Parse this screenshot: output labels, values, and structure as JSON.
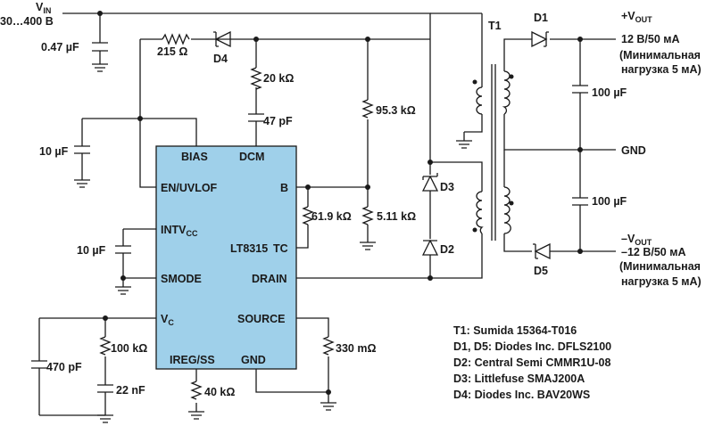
{
  "vin": {
    "name": "V",
    "sub": "IN",
    "range": "30…400 В"
  },
  "caps": {
    "c_in": "0.47 µF",
    "c_bias": "10 µF",
    "c_intv": "10 µF",
    "c_470": "470 pF",
    "c_22": "22 nF",
    "c_dcm": "47 pF",
    "c_out1": "100 µF",
    "c_out2": "100 µF"
  },
  "resistors": {
    "r215": "215 Ω",
    "r20k": "20 kΩ",
    "r95k": "95.3 kΩ",
    "r61k": "61.9 kΩ",
    "r5k": "5.11 kΩ",
    "r100k": "100 kΩ",
    "r40k": "40 kΩ",
    "r330": "330 mΩ"
  },
  "diodes": {
    "d1": "D1",
    "d2": "D2",
    "d3": "D3",
    "d4": "D4",
    "d5": "D5"
  },
  "transformer": "T1",
  "ic": {
    "name": "LT8315",
    "bias": "BIAS",
    "dcm": "DCM",
    "en": "EN/UVLOF",
    "b": "B",
    "intv": "INTV",
    "intv_sub": "CC",
    "tc": "TC",
    "smode": "SMODE",
    "drain": "DRAIN",
    "vc": "V",
    "vc_sub": "C",
    "source": "SOURCE",
    "iregss": "IREG/SS",
    "gnd": "GND"
  },
  "outputs": {
    "pos": {
      "label": "+V",
      "sub": "OUT",
      "spec": "12 В/50 мА",
      "note1": "(Минимальная",
      "note2": "нагрузка 5 мА)"
    },
    "gnd": "GND",
    "neg": {
      "label": "–V",
      "sub": "OUT",
      "spec": "–12 В/50 мА",
      "note1": "(Минимальная",
      "note2": "нагрузка 5 мА)"
    }
  },
  "bom": [
    "T1: Sumida 15364-T016",
    "D1, D5: Diodes Inc. DFLS2100",
    "D2: Central Semi CMMR1U-08",
    "D3: Littlefuse SMAJ200A",
    "D4: Diodes Inc. BAV20WS"
  ]
}
